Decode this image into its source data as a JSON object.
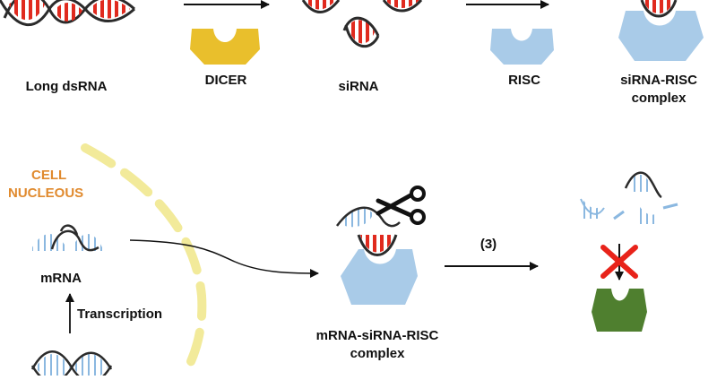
{
  "labels": {
    "long_dsrna": "Long dsRNA",
    "dicer": "DICER",
    "sirna": "siRNA",
    "risc": "RISC",
    "sirna_risc_line1": "siRNA-RISC",
    "sirna_risc_line2": "complex",
    "cell_line1": "CELL",
    "cell_line2": "NUCLEOUS",
    "mrna": "mRNA",
    "transcription": "Transcription",
    "mrna_sirna_risc_line1": "mRNA-siRNA-RISC",
    "mrna_sirna_risc_line2": "complex",
    "step3": "(3)"
  },
  "colors": {
    "dicer_yellow": "#e9bf2c",
    "risc_blue": "#a9cbe8",
    "green_target": "#4f7f2f",
    "red_strand": "#e02a1e",
    "blue_strand": "#8bb8e0",
    "cross_red": "#e8231a",
    "nucleus_dash": "#f2ea9a",
    "orange_text": "#e08a2e"
  },
  "icons": [
    "scissors-icon",
    "red-x-icon"
  ]
}
